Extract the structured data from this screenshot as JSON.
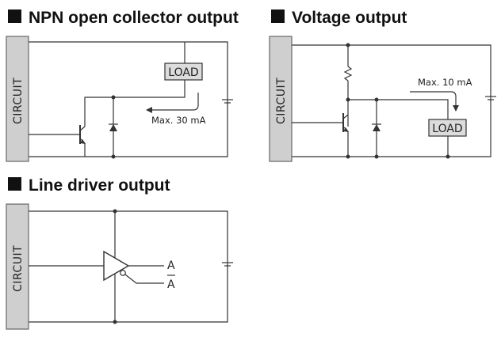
{
  "sections": {
    "npn": {
      "title": "NPN open collector output",
      "circuit_label": "CIRCUIT",
      "load_label": "LOAD",
      "current_label": "Max. 30 mA"
    },
    "voltage": {
      "title": "Voltage output",
      "circuit_label": "CIRCUIT",
      "load_label": "LOAD",
      "current_label": "Max. 10 mA"
    },
    "line_driver": {
      "title": "Line driver output",
      "circuit_label": "CIRCUIT",
      "output_a": "A",
      "output_a_bar": "A"
    }
  },
  "colors": {
    "circuit_fill": "#cfcfcf",
    "load_fill": "#dcdcdc",
    "line": "#333333"
  }
}
